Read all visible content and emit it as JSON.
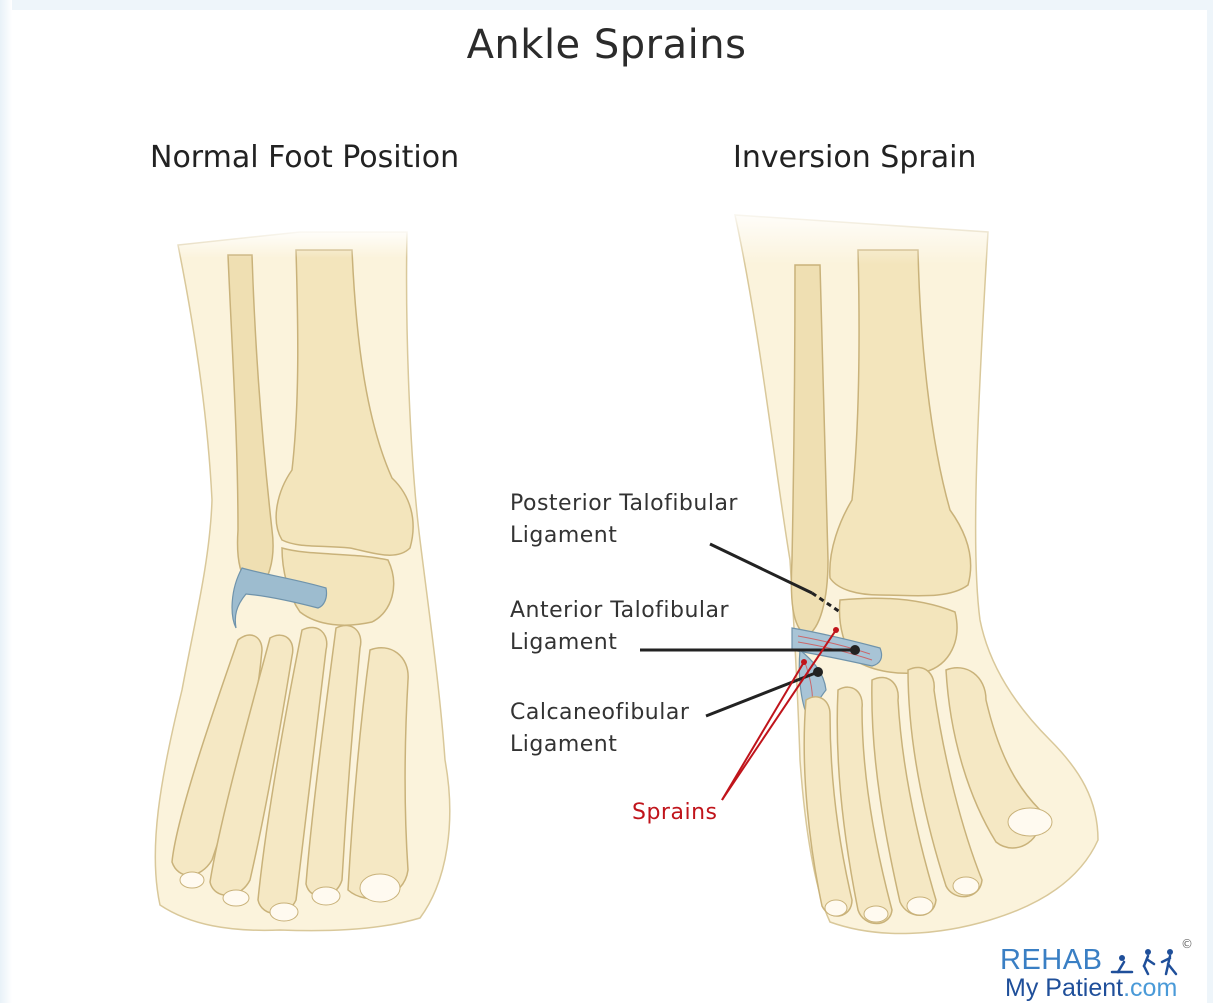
{
  "title": "Ankle Sprains",
  "panels": {
    "normal": {
      "title": "Normal Foot Position"
    },
    "sprain": {
      "title": "Inversion Sprain"
    }
  },
  "labels": {
    "posterior_line1": "Posterior Talofibular",
    "posterior_line2": "Ligament",
    "anterior_line1": "Anterior Talofibular",
    "anterior_line2": "Ligament",
    "calcaneo_line1": "Calcaneofibular",
    "calcaneo_line2": "Ligament",
    "sprains": "Sprains"
  },
  "colors": {
    "bone": "#f3e5bc",
    "bone_outline": "#c9b27a",
    "skin": "#fbf3dc",
    "ligament": "#8fb3c9",
    "leader_line": "#222222",
    "sprain_red": "#c0141b",
    "logo_blue": "#3a7fc4"
  },
  "logo": {
    "line1": "REHAB",
    "line2_part1": "My Patient",
    "line2_part2": ".com",
    "copyright": "©"
  }
}
